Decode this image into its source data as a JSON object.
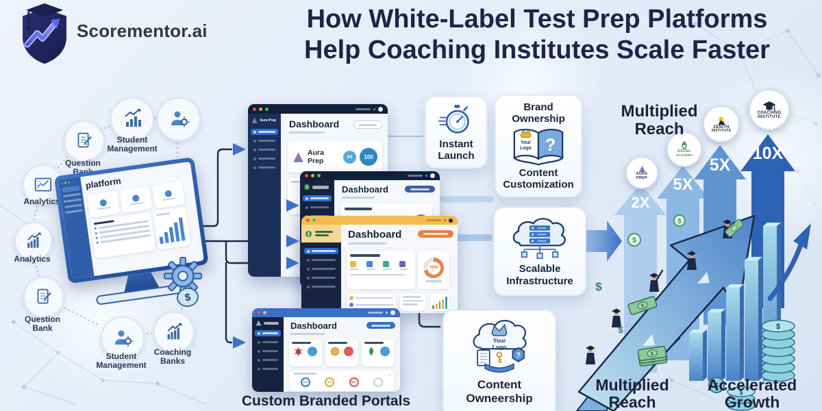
{
  "colors": {
    "navy": "#1c2548",
    "accent_blue": "#2e62b4",
    "light_blue": "#aecdec",
    "yellow": "#f2bd4e",
    "orange": "#e8814a",
    "green": "#3f8e4f",
    "gold": "#e8b832"
  },
  "symbols": {
    "dollar": "$",
    "question_mark": "?"
  },
  "header": {
    "brand": "Scorementor.ai",
    "title_line1": "How White-Label Test Prep Platforms",
    "title_line2": "Help Coaching Institutes Scale Faster"
  },
  "left_features": {
    "monitor_title": "platform",
    "bubbles": [
      {
        "l1": "Question",
        "l2": "Bank"
      },
      {
        "l1": "Student",
        "l2": "Management"
      },
      {
        "l1": "",
        "l2": ""
      },
      {
        "l1": "Analytics",
        "l2": ""
      },
      {
        "l1": "Analytics",
        "l2": ""
      },
      {
        "l1": "Question",
        "l2": "Bank"
      },
      {
        "l1": "Student",
        "l2": "Management"
      },
      {
        "l1": "Coaching",
        "l2": "Banks"
      }
    ]
  },
  "portals": {
    "caption": "Custom Branded Portals",
    "win1": {
      "title": "Dashboard",
      "brand": "Aura Prep",
      "stat1": "94",
      "stat2": "100"
    },
    "win2": {
      "title": "Dashboard"
    },
    "win3": {
      "title": "Dashboard",
      "donut": "70%"
    },
    "win4": {
      "title": "Dashboard",
      "ring1": "84%",
      "ring2": "64%",
      "ring3": "85%"
    }
  },
  "benefits": {
    "instant_l1": "Instant",
    "instant_l2": "Launch",
    "brand_l1": "Brand",
    "brand_l2": "Ownership",
    "custom_l1": "Content",
    "custom_l2": "Customization",
    "your_logo_l1": "Your",
    "your_logo_l2": "Logo",
    "scalable_l1": "Scalable",
    "scalable_l2": "Infrastructure",
    "ownership_l1": "Content",
    "ownership_l2": "Owneership"
  },
  "growth": {
    "heading_l1": "Multiplied",
    "heading_l2": "Reach",
    "arrows": [
      {
        "multiplier": "2X",
        "badge_l1": "AURA",
        "badge_l2": "PREP"
      },
      {
        "multiplier": "5X",
        "badge_l1": "EXCEL",
        "badge_l2": "ACADEMY"
      },
      {
        "multiplier": "5X",
        "badge_l1": "ZENITH",
        "badge_l2": "INSTITUTE"
      },
      {
        "multiplier": "10X",
        "badge_l1": "COACHING",
        "badge_l2": "INSTITUTE"
      }
    ],
    "label_left_l1": "Multiplied",
    "label_left_l2": "Reach",
    "label_right_l1": "Accelerated",
    "label_right_l2": "Growth"
  }
}
